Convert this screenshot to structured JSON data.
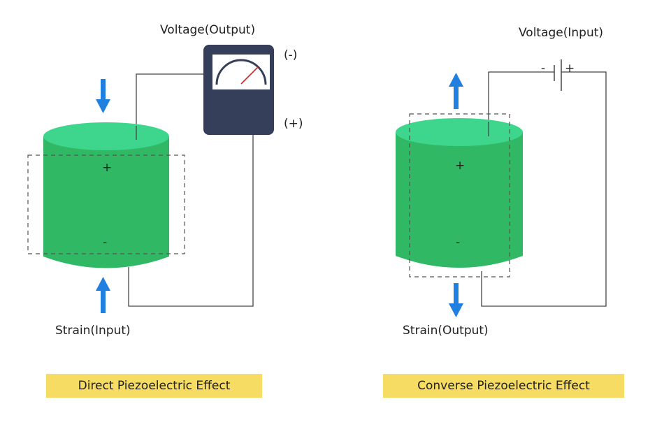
{
  "direct": {
    "output_label": "Voltage(Output)",
    "input_label": "Strain(Input)",
    "terminal_negative": "(-)",
    "terminal_positive": "(+)",
    "plus_sign": "+",
    "minus_sign": "-",
    "caption": "Direct Piezoelectric Effect"
  },
  "converse": {
    "input_label": "Voltage(Input)",
    "output_label": "Strain(Output)",
    "battery_negative": "-",
    "battery_positive": "+",
    "plus_sign": "+",
    "minus_sign": "-",
    "caption": "Converse Piezoelectric Effect"
  },
  "colors": {
    "cylinder_body": "#30b864",
    "cylinder_top": "#3dd68c",
    "meter": "#363f59",
    "arrow": "#2080e0",
    "caption_bg": "#f7dc63",
    "wire": "#444444"
  }
}
